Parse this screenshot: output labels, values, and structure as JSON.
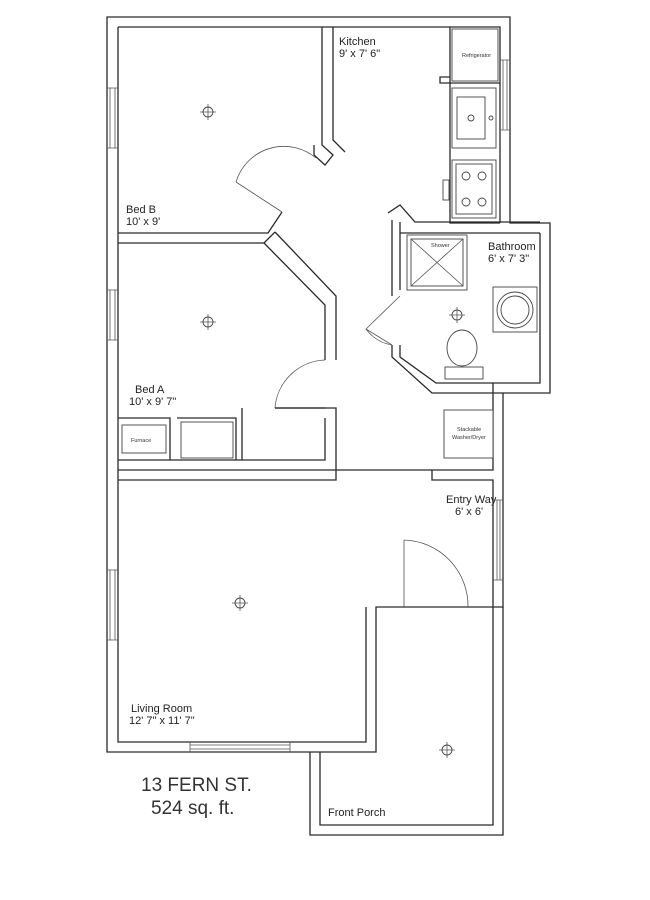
{
  "rooms": {
    "kitchen": {
      "name": "Kitchen",
      "size": "9' x 7' 6\""
    },
    "bed_b": {
      "name": "Bed B",
      "size": "10' x 9'"
    },
    "bed_a": {
      "name": "Bed A",
      "size": "10' x 9' 7\""
    },
    "bathroom": {
      "name": "Bathroom",
      "size": "6' x 7' 3\""
    },
    "entry": {
      "name": "Entry Way",
      "size": "6' x 6'"
    },
    "living": {
      "name": "Living Room",
      "size": "12' 7\" x 11' 7\""
    },
    "porch": {
      "name": "Front Porch"
    }
  },
  "fixtures": {
    "refrigerator": "Refrigerator",
    "shower": "Shower",
    "washer": [
      "Stackable",
      "Washer/Dryer"
    ],
    "furnace": "Furnace"
  },
  "address": {
    "street": "13 FERN ST.",
    "area": "524 sq. ft."
  }
}
